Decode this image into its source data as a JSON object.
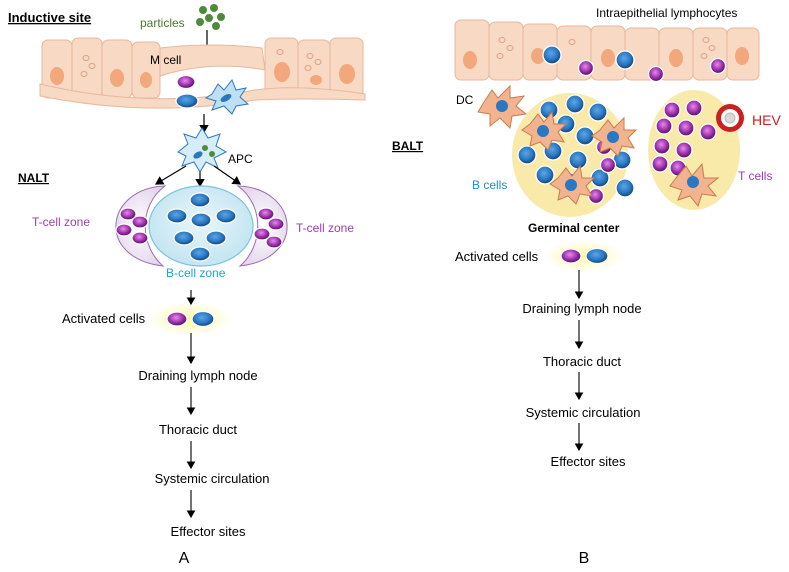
{
  "panel_a": {
    "header": "Inductive site",
    "particles": "particles",
    "m_cell": "M cell",
    "apc": "APC",
    "nalt": "NALT",
    "t_zone_left": "T-cell zone",
    "t_zone_right": "T-cell zone",
    "b_zone": "B-cell zone",
    "flow": [
      "Activated cells",
      "Draining lymph node",
      "Thoracic duct",
      "Systemic circulation",
      "Effector sites"
    ],
    "caption": "A"
  },
  "panel_b": {
    "intraepithelial": "Intraepithelial lymphocytes",
    "balt": "BALT",
    "dc": "DC",
    "hev": "HEV",
    "b_cells": "B cells",
    "t_cells": "T cells",
    "germinal_center": "Germinal center",
    "flow": [
      "Activated cells",
      "Draining lymph node",
      "Thoracic duct",
      "Systemic circulation",
      "Effector sites"
    ],
    "caption": "B"
  },
  "colors": {
    "epithelium": "#f8d9c3",
    "nucleus": "#f2a77c",
    "b_cell": "#2a78c2",
    "t_cell": "#9b2fa8",
    "particle": "#4f8a3c",
    "zone_fill": "#f9eaaa",
    "hev": "#cc1f1f",
    "b_label": "#1b8fd0",
    "t_label": "#9b3fae",
    "b_zone_label": "#1fa7c9",
    "particles_label": "#4c7a2a"
  }
}
